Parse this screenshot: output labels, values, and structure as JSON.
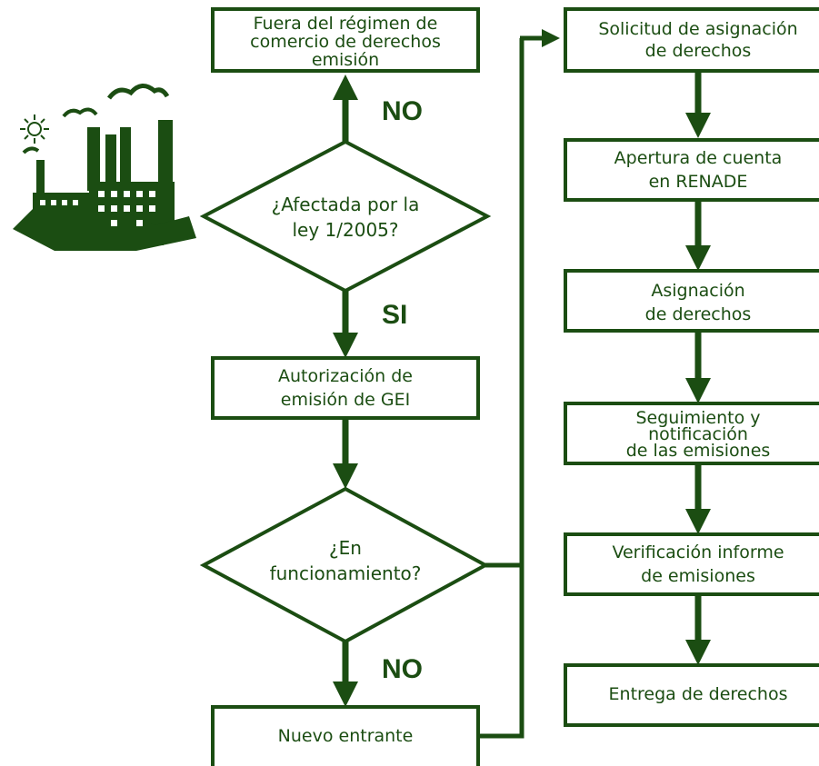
{
  "colors": {
    "stroke": "#1b4d12",
    "text": "#1b4d12",
    "background": "#ffffff"
  },
  "boxes": {
    "fuera": [
      "Fuera del régimen de",
      "comercio de derechos",
      "emisión"
    ],
    "autorizacion": [
      "Autorización de",
      "emisión de GEI"
    ],
    "nuevo": [
      "Nuevo entrante"
    ],
    "solicitud": [
      "Solicitud de asignación",
      "de derechos"
    ],
    "apertura": [
      "Apertura de cuenta",
      "en RENADE"
    ],
    "asignacion": [
      "Asignación",
      "de derechos"
    ],
    "seguimiento": [
      "Seguimiento y",
      "notificación",
      "de las emisiones"
    ],
    "verificacion": [
      "Verificación informe",
      "de emisiones"
    ],
    "entrega": [
      "Entrega de derechos"
    ]
  },
  "decisions": {
    "afectada": [
      "¿Afectada por la",
      "ley 1/2005?"
    ],
    "funcionamiento": [
      "¿En",
      "funcionamiento?"
    ]
  },
  "labels": {
    "no_top": "NO",
    "si": "SI",
    "no_bottom": "NO"
  },
  "icons": {
    "factory": "factory-icon"
  }
}
